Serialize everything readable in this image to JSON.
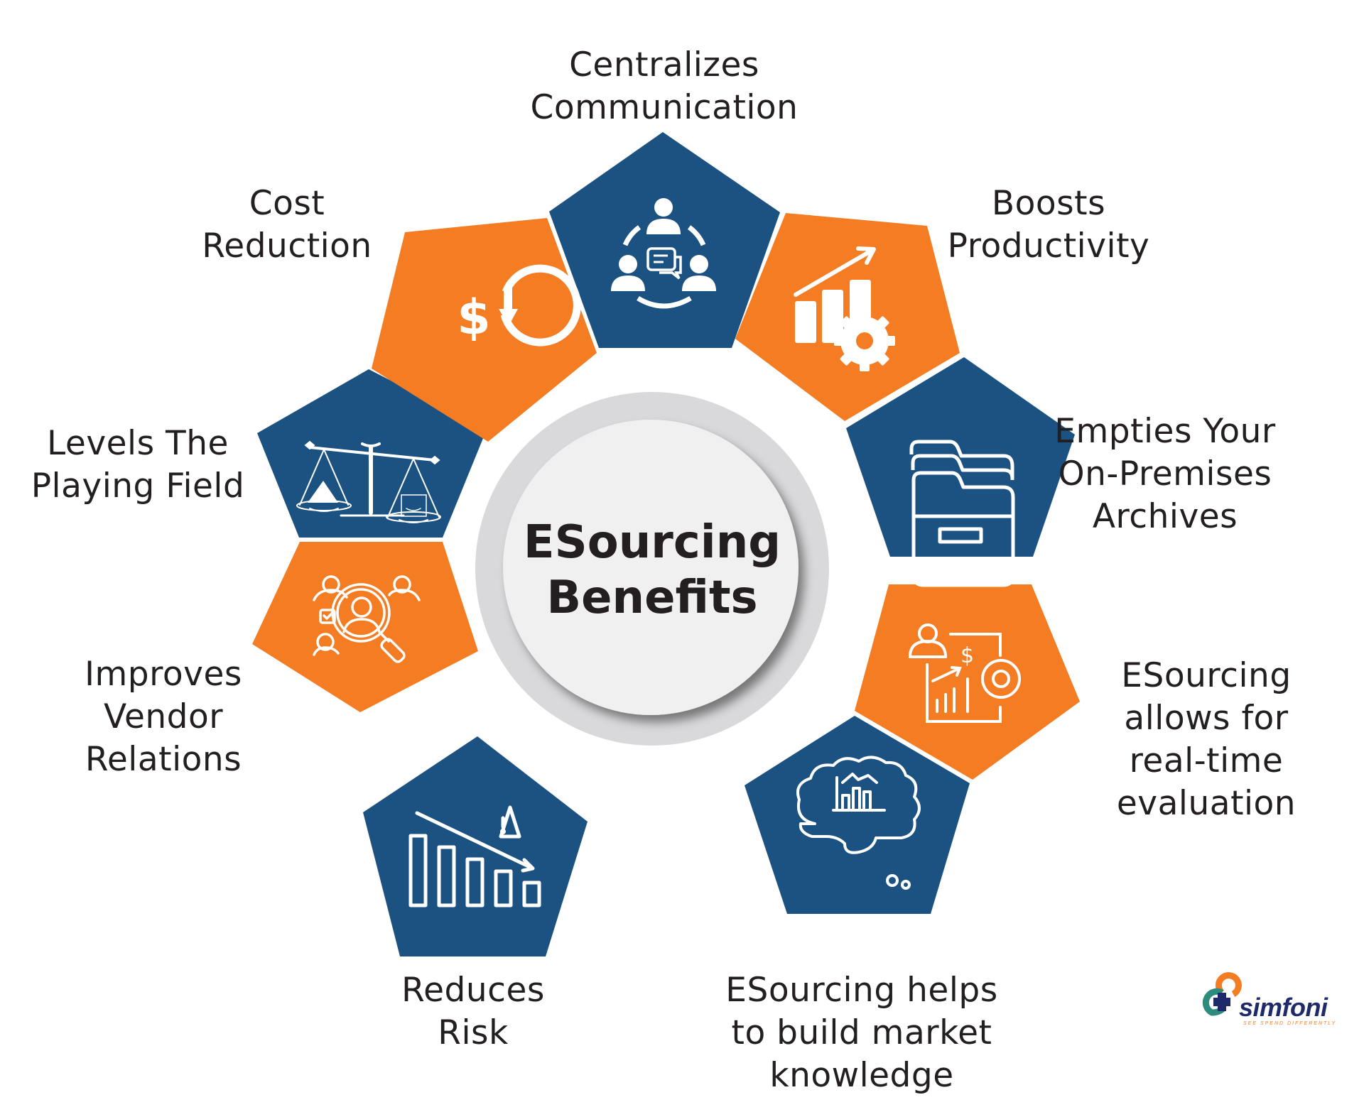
{
  "title": {
    "line1": "ESourcing",
    "line2": "Benefits"
  },
  "colors": {
    "orange": "#F47C22",
    "blue": "#1B5282",
    "ring": "#D9D9DB",
    "center": "#F0F0F0",
    "text": "#231F20"
  },
  "benefits": [
    {
      "id": "centralizes-communication",
      "color": "blue",
      "icon": "team-chat-icon",
      "lines": [
        "Centralizes",
        "Communication"
      ]
    },
    {
      "id": "boosts-productivity",
      "color": "orange",
      "icon": "growth-chart-gear-icon",
      "lines": [
        "Boosts",
        "Productivity"
      ]
    },
    {
      "id": "empties-archives",
      "color": "blue",
      "icon": "folder-archive-icon",
      "lines": [
        "Empties Your",
        "On-Premises",
        "Archives"
      ]
    },
    {
      "id": "real-time-evaluation",
      "color": "orange",
      "icon": "analytics-gear-icon",
      "lines": [
        "ESourcing",
        "allows for",
        "real-time",
        "evaluation"
      ]
    },
    {
      "id": "market-knowledge",
      "color": "blue",
      "icon": "brain-chart-icon",
      "lines": [
        "ESourcing helps",
        "to build market",
        "knowledge"
      ]
    },
    {
      "id": "reduces-risk",
      "color": "blue",
      "icon": "declining-bars-warning-icon",
      "lines": [
        "Reduces",
        "Risk"
      ]
    },
    {
      "id": "vendor-relations",
      "color": "orange",
      "icon": "vendor-search-icon",
      "lines": [
        "Improves",
        "Vendor",
        "Relations"
      ]
    },
    {
      "id": "levels-playing-field",
      "color": "blue",
      "icon": "balance-scale-icon",
      "lines": [
        "Levels The",
        "Playing Field"
      ]
    },
    {
      "id": "cost-reduction",
      "color": "orange",
      "icon": "dollar-cycle-down-icon",
      "lines": [
        "Cost",
        "Reduction"
      ]
    }
  ],
  "logo": {
    "name": "simfoni",
    "tagline": "SEE SPEND DIFFERENTLY"
  }
}
